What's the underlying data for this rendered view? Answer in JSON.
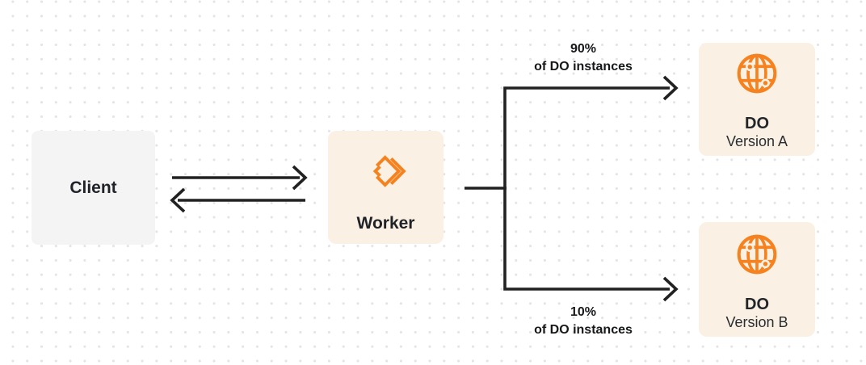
{
  "diagram": {
    "nodes": {
      "client": {
        "label": "Client"
      },
      "worker": {
        "label": "Worker",
        "icon": "workers-logo-icon"
      },
      "do_version_a": {
        "title": "DO",
        "subtitle": "Version A",
        "icon": "globe-icon"
      },
      "do_version_b": {
        "title": "DO",
        "subtitle": "Version B",
        "icon": "globe-icon"
      }
    },
    "edges": {
      "worker_split_top": {
        "percent": "90%",
        "caption": "of DO instances"
      },
      "worker_split_bottom": {
        "percent": "10%",
        "caption": "of DO instances"
      }
    },
    "colors": {
      "accent_orange": "#F6821F",
      "node_cream": "#FAF0E3",
      "client_gray": "#F4F4F5",
      "ink": "#212121",
      "grid_dot": "#E4E4E4"
    }
  }
}
